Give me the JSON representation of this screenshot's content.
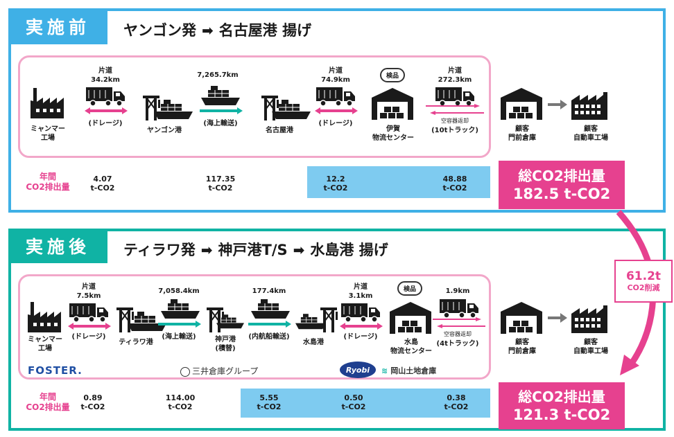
{
  "colors": {
    "before": "#3fb0e6",
    "after": "#10b3a4",
    "pink": "#e6418f",
    "highlight": "#7ecbf0",
    "frame": "#f2a7c9"
  },
  "before": {
    "tag": "実施前",
    "route": [
      "ヤンゴン発",
      "名古屋港 揚げ"
    ],
    "nodes": {
      "factory": [
        "ミャンマー",
        "工場"
      ],
      "port1": "ヤンゴン港",
      "port2": "名古屋港",
      "warehouse": [
        "伊賀",
        "物流センター"
      ],
      "customer": [
        "顧客",
        "門前倉庫"
      ],
      "plant": [
        "顧客",
        "自動車工場"
      ]
    },
    "legs": [
      {
        "top": "片道",
        "dist": "34.2km",
        "mode": "(ドレージ)"
      },
      {
        "top": "",
        "dist": "7,265.7km",
        "mode": "(海上輸送)"
      },
      {
        "top": "片道",
        "dist": "74.9km",
        "mode": "(ドレージ)"
      },
      {
        "top": "片道",
        "dist": "272.3km",
        "mode": "(10tトラック)",
        "note": "空容器返却"
      }
    ],
    "inspect": "検品",
    "co2_label": [
      "年間",
      "CO2排出量"
    ],
    "values": [
      [
        "4.07",
        "t-CO2"
      ],
      [
        "117.35",
        "t-CO2"
      ],
      [
        "12.2",
        "t-CO2"
      ],
      [
        "48.88",
        "t-CO2"
      ]
    ],
    "total": [
      "総CO2排出量",
      "182.5 t-CO2"
    ]
  },
  "after": {
    "tag": "実施後",
    "route": [
      "ティラワ発",
      "神戸港T/S",
      "水島港 揚げ"
    ],
    "nodes": {
      "factory": [
        "ミャンマー",
        "工場"
      ],
      "port1": "ティラワ港",
      "port2": [
        "神戸港",
        "(積替)"
      ],
      "port3": "水島港",
      "warehouse": [
        "水島",
        "物流センター"
      ],
      "customer": [
        "顧客",
        "門前倉庫"
      ],
      "plant": [
        "顧客",
        "自動車工場"
      ]
    },
    "legs": [
      {
        "top": "片道",
        "dist": "7.5km",
        "mode": "(ドレージ)"
      },
      {
        "top": "",
        "dist": "7,058.4km",
        "mode": "(海上輸送)"
      },
      {
        "top": "",
        "dist": "177.4km",
        "mode": "(内航船輸送)"
      },
      {
        "top": "片道",
        "dist": "3.1km",
        "mode": "(ドレージ)"
      },
      {
        "top": "",
        "dist": "1.9km",
        "mode": "(4tトラック)",
        "note": "空容器返却"
      }
    ],
    "inspect": "検品",
    "logos": [
      "FOSTER.",
      "三井倉庫グループ",
      "Ryobi",
      "岡山土地倉庫"
    ],
    "co2_label": [
      "年間",
      "CO2排出量"
    ],
    "values": [
      [
        "0.89",
        "t-CO2"
      ],
      [
        "114.00",
        "t-CO2"
      ],
      [
        "5.55",
        "t-CO2"
      ],
      [
        "0.50",
        "t-CO2"
      ],
      [
        "0.38",
        "t-CO2"
      ]
    ],
    "total": [
      "総CO2排出量",
      "121.3 t-CO2"
    ]
  },
  "reduction": [
    "61.2t",
    "CO2削減"
  ]
}
